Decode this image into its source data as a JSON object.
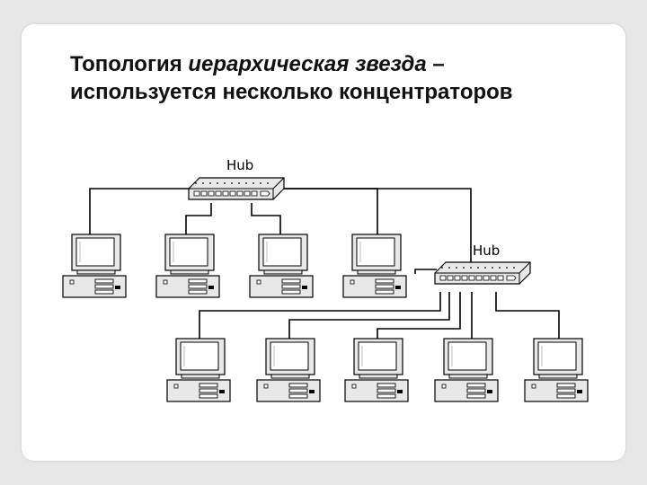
{
  "title": {
    "part1": "Топология ",
    "part_italic": "иерархическая звезда",
    "part2": " – используется несколько концентраторов"
  },
  "hubs": [
    {
      "label": "Hub"
    },
    {
      "label": "Hub"
    }
  ],
  "colors": {
    "background": "#e7e7e7",
    "slide": "#ffffff",
    "device_fill": "#e8e8e8",
    "line": "#000000"
  },
  "icons": [
    "hub-icon",
    "computer-icon"
  ]
}
